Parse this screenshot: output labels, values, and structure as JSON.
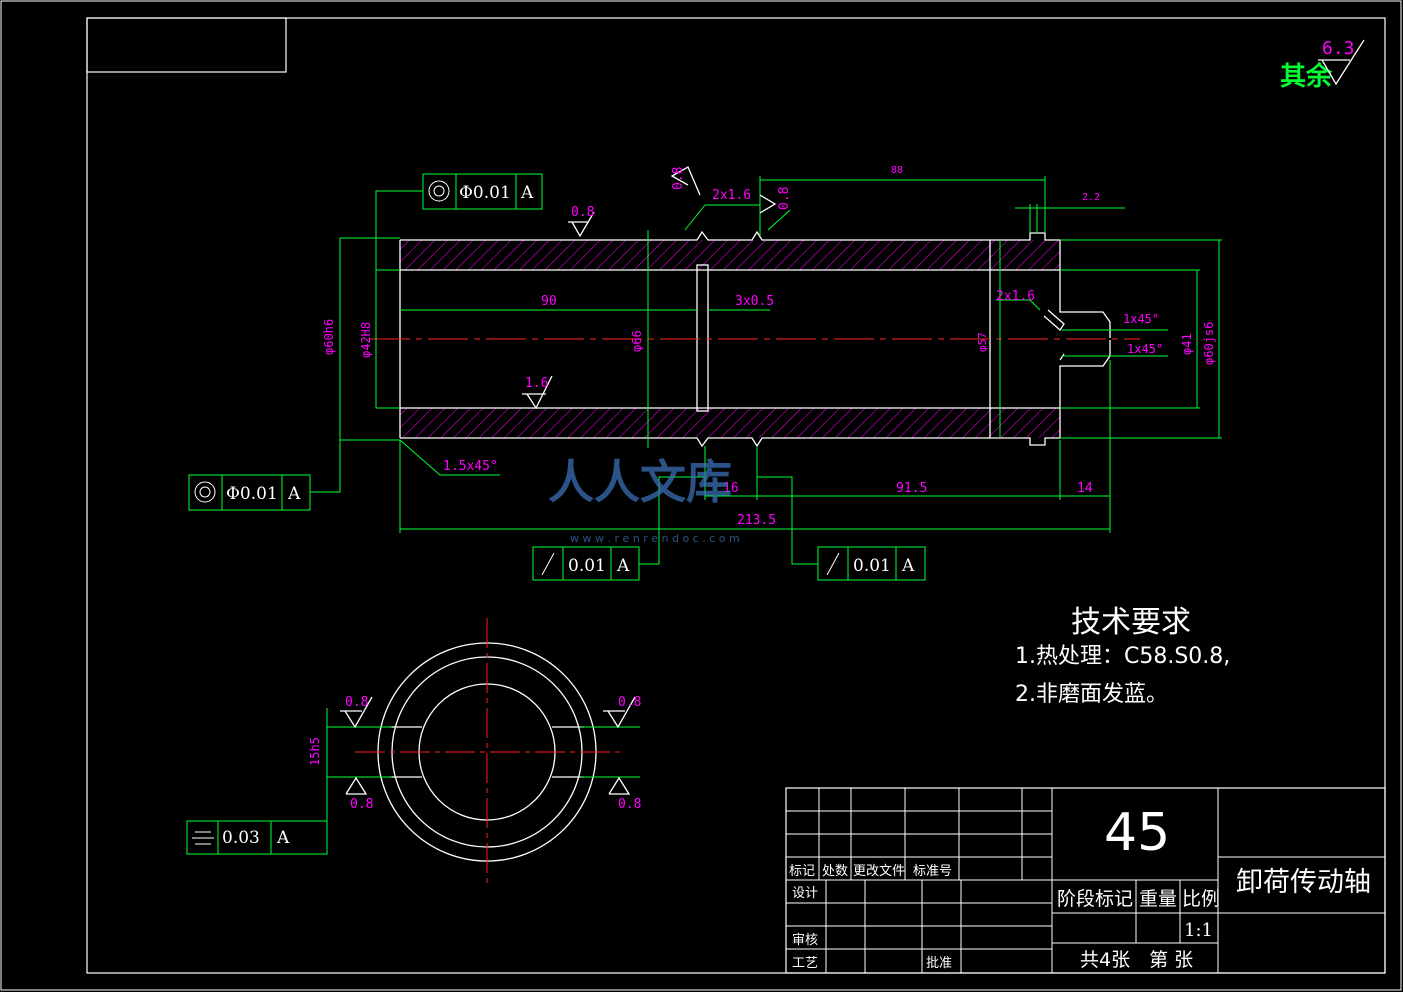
{
  "surface_finish_general": {
    "prefix": "其余",
    "value": "6.3"
  },
  "dimensions": {
    "d_60h6": "φ60h6",
    "d_42h8": "φ42H8",
    "d_66": "φ66",
    "d_57": "φ57",
    "d_41": "φ41",
    "d_60js6": "φ60js6",
    "len_90": "90",
    "groove_3x05": "3x0.5",
    "groove_2x16_a": "2x1.6",
    "groove_2x16_b": "2x1.6",
    "chamfer_15": "1.5x45°",
    "chamfer_1a": "1x45°",
    "chamfer_1b": "1x45°",
    "len_16": "16",
    "len_915": "91.5",
    "len_14": "14",
    "len_2135": "213.5",
    "len_88": "88",
    "len_22": "2.2",
    "slot_15h5": "15h5"
  },
  "roughness": {
    "r1": "0.8",
    "r2": "0.8",
    "r3": "0.8",
    "r4": "1.6",
    "r5": "0.8",
    "r6": "0.8",
    "r7": "0.8",
    "r8": "0.8"
  },
  "tolerance_frames": {
    "concentricity_top": {
      "value": "Φ0.01",
      "datum": "A"
    },
    "concentricity_left": {
      "value": "Φ0.01",
      "datum": "A"
    },
    "runout_1": {
      "value": "0.01",
      "datum": "A"
    },
    "runout_2": {
      "value": "0.01",
      "datum": "A"
    },
    "symmetry": {
      "value": "0.03",
      "datum": "A"
    }
  },
  "tech_requirements": {
    "title": "技术要求",
    "line1": "1.热处理：C58.S0.8,",
    "line2": "2.非磨面发蓝。"
  },
  "title_block": {
    "material": "45",
    "part_name": "卸荷传动轴",
    "mark": "标记",
    "count": "处数",
    "change_doc": "更改文件",
    "std_no": "标准号",
    "design": "设计",
    "review": "审核",
    "process": "工艺",
    "approve": "批准",
    "stage_mark": "阶段标记",
    "weight": "重量",
    "scale_label": "比例",
    "scale": "1:1",
    "sheets": "共4张　第 张"
  },
  "watermark": {
    "text": "人人文库",
    "url": "w w w . r e n r e n d o c . c o m"
  },
  "colors": {
    "background": "#000000",
    "outline": "#ffffff",
    "dimension": "#00ff33",
    "text_dim": "#ff00ff",
    "center": "#ff2020"
  }
}
